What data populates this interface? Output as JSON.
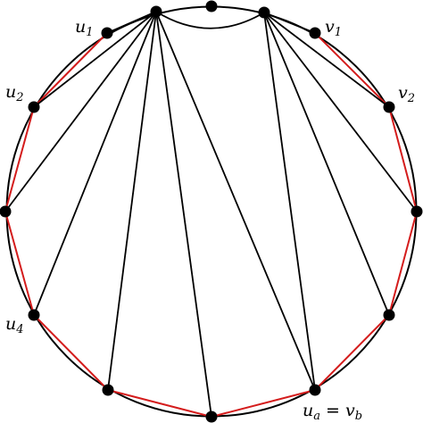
{
  "colors": {
    "outline": "#000000",
    "chord": "#000000",
    "path": "#d41c1c",
    "vertex": "#000000"
  },
  "labels": {
    "u1": {
      "base": "u",
      "sub": "1"
    },
    "u2": {
      "base": "u",
      "sub": "2"
    },
    "u4": {
      "base": "u",
      "sub": "4"
    },
    "v1": {
      "base": "v",
      "sub": "1"
    },
    "v2": {
      "base": "v",
      "sub": "2"
    },
    "ua_vb": {
      "base": "u",
      "sub": "a",
      "mid": " = ",
      "base2": "v",
      "sub2": "b"
    }
  },
  "vertices": [
    "top",
    "A",
    "B",
    "u1",
    "u2",
    "L",
    "u4",
    "BL",
    "bottom",
    "ua",
    "BR",
    "R",
    "v2",
    "v1"
  ],
  "edges": {
    "red": [
      [
        "u1",
        "u2"
      ],
      [
        "u2",
        "L"
      ],
      [
        "L",
        "u4"
      ],
      [
        "u4",
        "BL"
      ],
      [
        "BL",
        "bottom"
      ],
      [
        "bottom",
        "ua"
      ],
      [
        "ua",
        "BR"
      ],
      [
        "BR",
        "R"
      ],
      [
        "R",
        "v2"
      ],
      [
        "v2",
        "v1"
      ]
    ],
    "black": [
      [
        "A",
        "u1"
      ],
      [
        "A",
        "u2"
      ],
      [
        "A",
        "L"
      ],
      [
        "A",
        "u4"
      ],
      [
        "A",
        "BL"
      ],
      [
        "A",
        "bottom"
      ],
      [
        "A",
        "ua"
      ],
      [
        "B",
        "ua"
      ],
      [
        "B",
        "BR"
      ],
      [
        "B",
        "R"
      ],
      [
        "B",
        "v2"
      ],
      [
        "B",
        "v1"
      ]
    ]
  }
}
